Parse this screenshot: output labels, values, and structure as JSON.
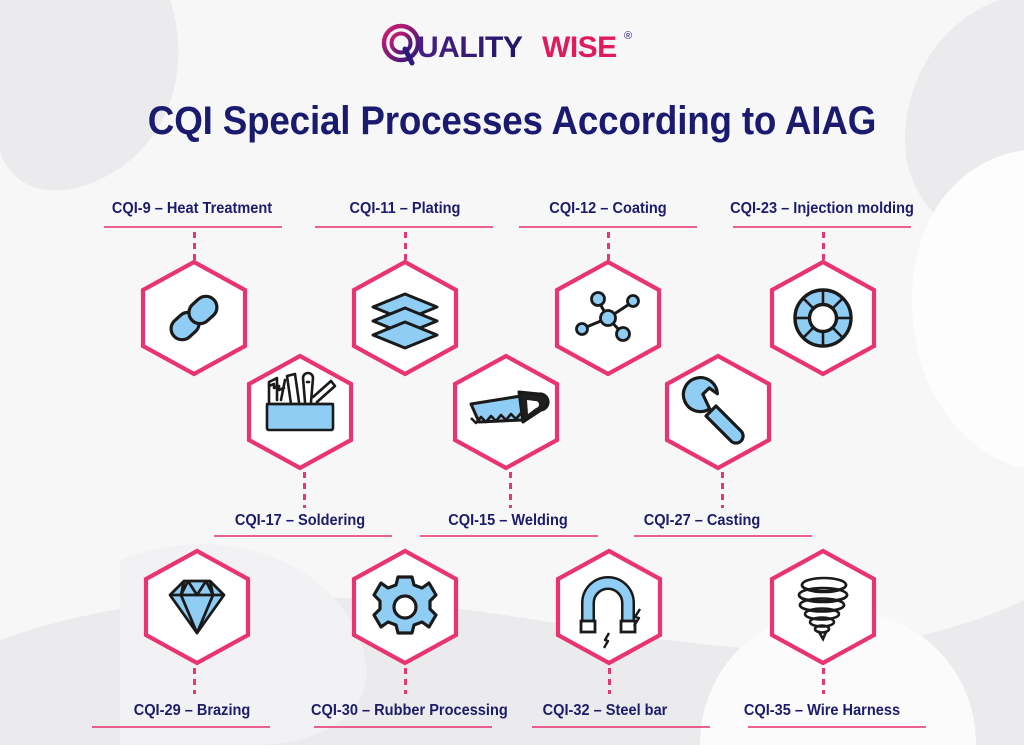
{
  "brand": {
    "name_part1": "Q",
    "name_part2": "UALITY",
    "name_part3": "WISE",
    "registered_mark": "®",
    "colors": {
      "q_outer": "#c9206b",
      "quality_navy": "#2b1a7a",
      "wise_pink": "#e01b5d",
      "wise_navy": "#2b1a7a"
    }
  },
  "title": "CQI Special Processes According to AIAG",
  "theme": {
    "background": "#f7f7f8",
    "blob_gray": "#ebebed",
    "hex_stroke": "#e8356f",
    "icon_fill": "#90cdf4",
    "icon_stroke": "#1a1a1a",
    "text_navy": "#1c1c6b",
    "rule_pink": "#e8467d"
  },
  "nodes": [
    {
      "id": "cqi-9",
      "label": "CQI-9 – Heat Treatment",
      "icon": "chain-link-icon",
      "row": "top"
    },
    {
      "id": "cqi-11",
      "label": "CQI-11 – Plating",
      "icon": "layers-icon",
      "row": "top"
    },
    {
      "id": "cqi-12",
      "label": "CQI-12 – Coating",
      "icon": "molecule-nodes-icon",
      "row": "top"
    },
    {
      "id": "cqi-23",
      "label": "CQI-23 – Injection molding",
      "icon": "segmented-ring-icon",
      "row": "top"
    },
    {
      "id": "cqi-17",
      "label": "CQI-17 – Soldering",
      "icon": "toolbox-icon",
      "row": "middle"
    },
    {
      "id": "cqi-15",
      "label": "CQI-15 – Welding",
      "icon": "handsaw-icon",
      "row": "middle"
    },
    {
      "id": "cqi-27",
      "label": "CQI-27 – Casting",
      "icon": "wrench-icon",
      "row": "middle"
    },
    {
      "id": "cqi-29",
      "label": "CQI-29 – Brazing",
      "icon": "diamond-gem-icon",
      "row": "bottom"
    },
    {
      "id": "cqi-30",
      "label": "CQI-30 – Rubber Processing",
      "icon": "gear-icon",
      "row": "bottom"
    },
    {
      "id": "cqi-32",
      "label": "CQI-32 – Steel bar",
      "icon": "magnet-icon",
      "row": "bottom"
    },
    {
      "id": "cqi-35",
      "label": "CQI-35 – Wire Harness",
      "icon": "tornado-coil-icon",
      "row": "bottom"
    }
  ]
}
